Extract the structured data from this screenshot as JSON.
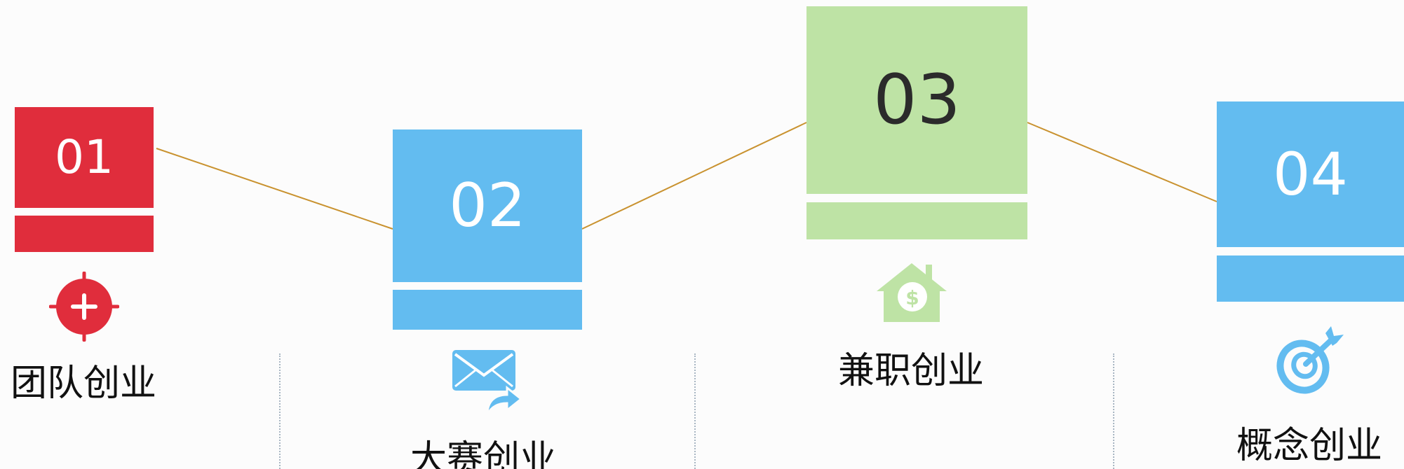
{
  "colors": {
    "red": "#e02d3c",
    "blue": "#63bcf0",
    "green": "#bee3a5",
    "connector": "#c9922f",
    "white": "#ffffff",
    "dark": "#2b2b2b"
  },
  "steps": [
    {
      "number": "01",
      "label": "团队创业",
      "icon": "crosshair-plus-icon"
    },
    {
      "number": "02",
      "label": "大赛创业",
      "icon": "mail-forward-icon"
    },
    {
      "number": "03",
      "label": "兼职创业",
      "icon": "house-dollar-icon"
    },
    {
      "number": "04",
      "label": "概念创业",
      "icon": "target-dart-icon"
    }
  ]
}
